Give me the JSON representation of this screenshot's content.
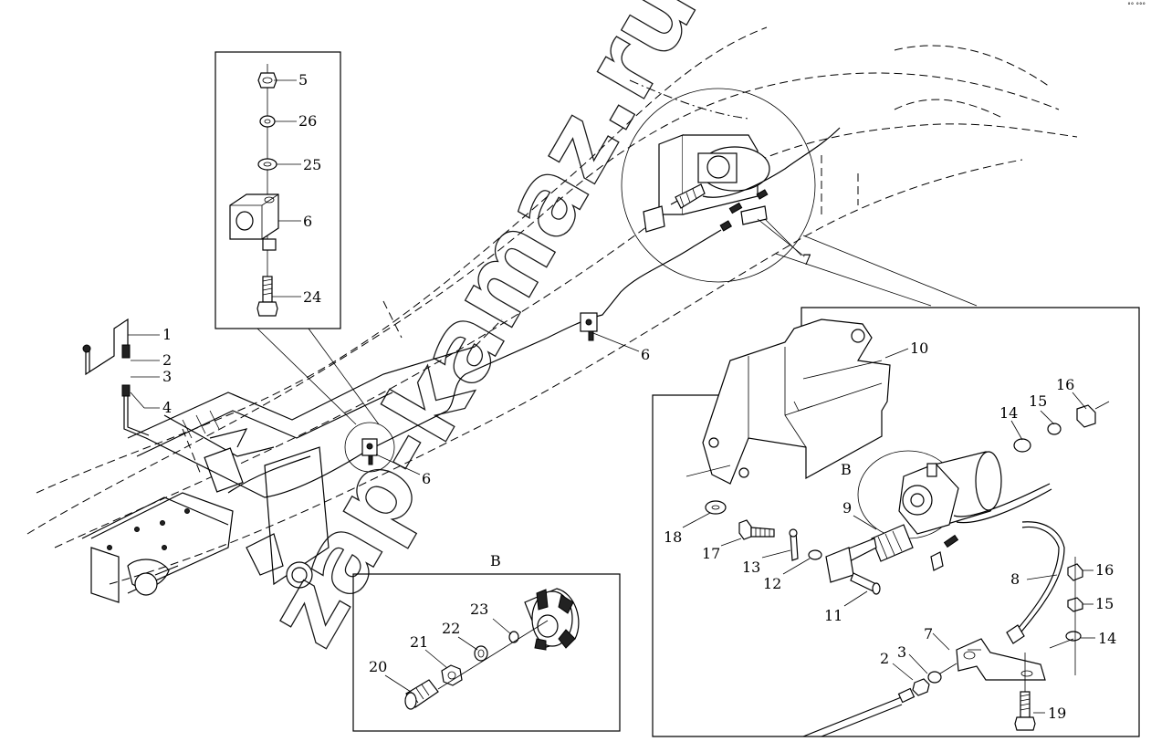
{
  "corner_mark": "°° °°°",
  "watermark": "zap-kamaz.ru",
  "inset_b_title": "B",
  "detail_b_label": "B",
  "callouts": {
    "c1": "1",
    "c2": "2",
    "c3": "3",
    "c4": "4",
    "c5": "5",
    "c26": "26",
    "c25": "25",
    "c6a": "6",
    "c24": "24",
    "c6b": "6",
    "c6c": "6",
    "c7a": "7",
    "c10": "10",
    "c14a": "14",
    "c15a": "15",
    "c16a": "16",
    "c18": "18",
    "c17": "17",
    "c13": "13",
    "c12": "12",
    "c11": "11",
    "c9": "9",
    "c8": "8",
    "c16b": "16",
    "c15b": "15",
    "c14b": "14",
    "c7b": "7",
    "c2b": "2",
    "c3b": "3",
    "c19": "19",
    "c20": "20",
    "c21": "21",
    "c22": "22",
    "c23": "23"
  }
}
